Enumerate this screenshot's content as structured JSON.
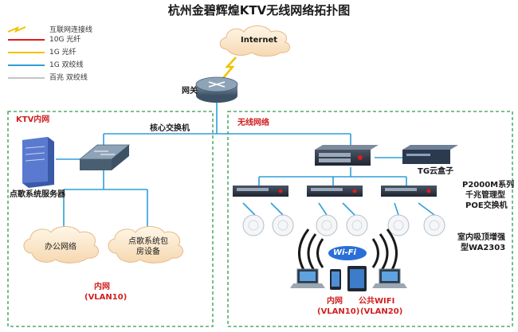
{
  "title": "杭州金碧辉煌KTV无线网络拓扑图",
  "legend": [
    {
      "label": "互联网连接线",
      "kind": "lightning",
      "color": "#f2c200"
    },
    {
      "label": "10G  光纤",
      "kind": "line",
      "color": "#e01b1b"
    },
    {
      "label": "1G  光纤",
      "kind": "line",
      "color": "#f2c200"
    },
    {
      "label": "1G  双绞线",
      "kind": "line",
      "color": "#2e9fd8"
    },
    {
      "label": "百兆 双绞线",
      "kind": "line",
      "color": "#8a8a8a"
    }
  ],
  "internet": {
    "label": "Internet"
  },
  "gateway": {
    "label": "网关"
  },
  "ktv_zone": {
    "label": "KTV内网",
    "core_switch_label": "核心交换机",
    "server_label": "点歌系统服务器",
    "office_cloud_label": "办公网络",
    "room_cloud_label_line1": "点歌系统包",
    "room_cloud_label_line2": "房设备",
    "vlan_line1": "内网",
    "vlan_line2": "(VLAN10)"
  },
  "wireless_zone": {
    "label": "无线网络",
    "cloud_box_label": "TG云盒子",
    "poe_label_line1": "P2000M系列",
    "poe_label_line2": "千兆管理型",
    "poe_label_line3": "POE交换机",
    "ap_label_line1": "室内吸顶增强",
    "ap_label_line2": "型WA2303",
    "wifi_text": "Wi-Fi",
    "inner_line1": "内网",
    "inner_line2": "(VLAN10)",
    "public_line1": "公共WIFI",
    "public_line2": "(VLAN20)"
  },
  "colors": {
    "fiber_line": "#2e9fd8",
    "zone_border": "#2e9b4a",
    "red_text": "#d21f1f"
  }
}
